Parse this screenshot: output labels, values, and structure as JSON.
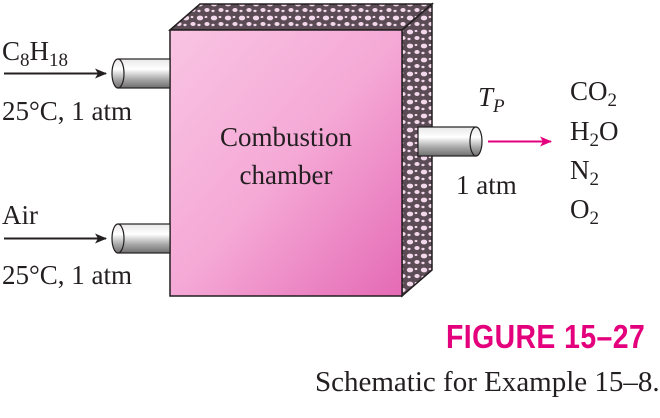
{
  "inlets": {
    "fuel": {
      "formula_main": "C",
      "sub1": "8",
      "formula_mid": "H",
      "sub2": "18",
      "conditions": "25°C, 1 atm"
    },
    "air": {
      "label": "Air",
      "conditions": "25°C, 1 atm"
    }
  },
  "chamber": {
    "line1": "Combustion",
    "line2": "chamber"
  },
  "outlet": {
    "temp_symbol": "T",
    "temp_sub": "P",
    "pressure": "1 atm",
    "products": [
      {
        "base": "CO",
        "sub": "2",
        "tail": ""
      },
      {
        "base": "H",
        "sub": "2",
        "tail": "O"
      },
      {
        "base": "N",
        "sub": "2",
        "tail": ""
      },
      {
        "base": "O",
        "sub": "2",
        "tail": ""
      }
    ]
  },
  "figure": {
    "number": "FIGURE 15–27",
    "caption": "Schematic for Example 15–8."
  },
  "colors": {
    "accent": "#e4007c",
    "chamber_light": "#fbd3ea",
    "chamber_dark": "#e46ab5",
    "pipe": "#9a9a9a"
  }
}
